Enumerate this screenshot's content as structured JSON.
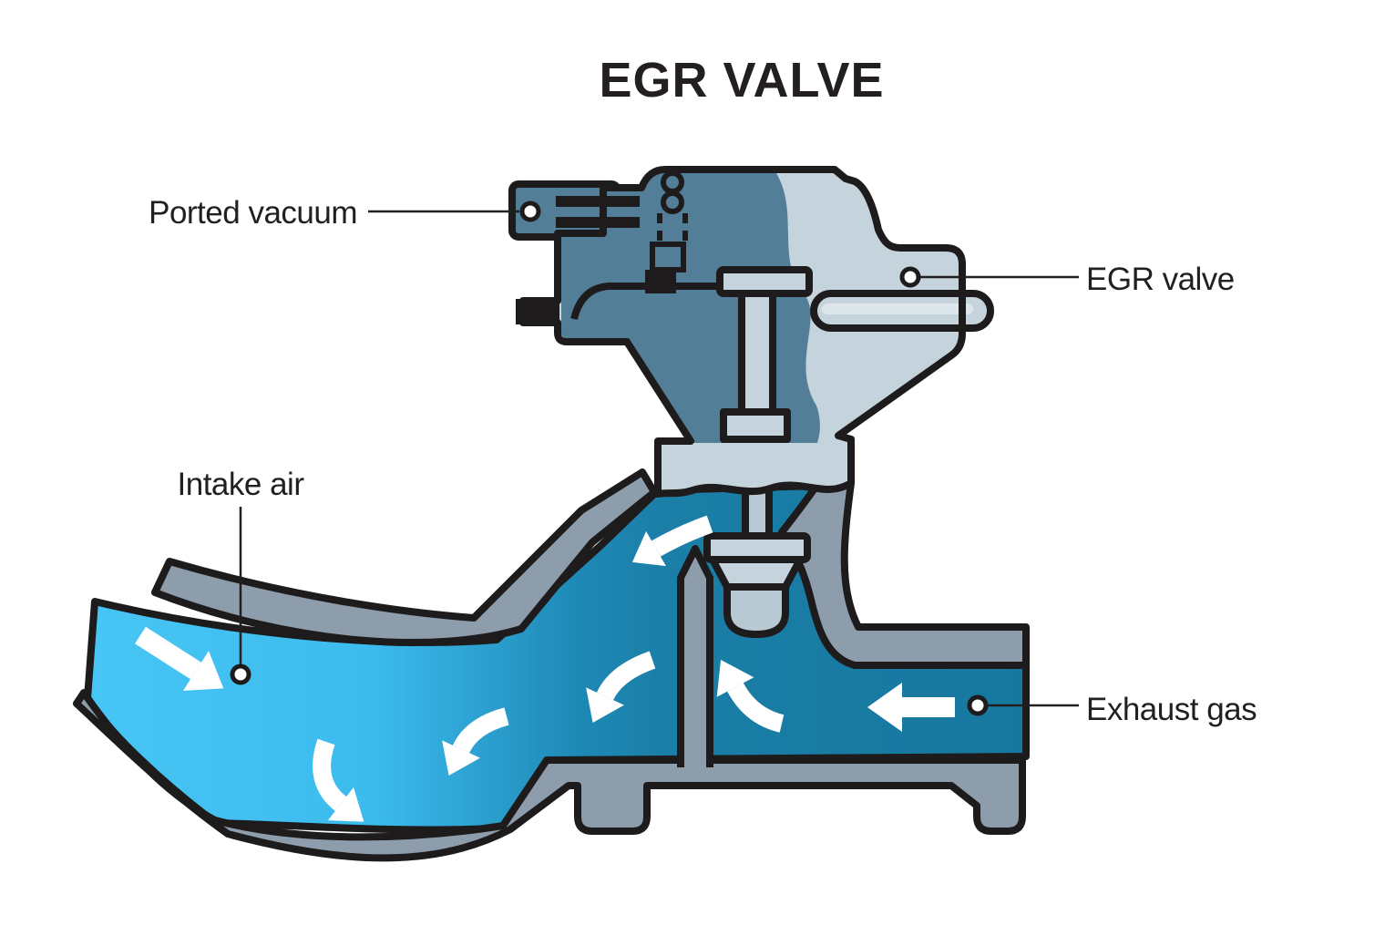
{
  "page": {
    "title": "EGR VALVE"
  },
  "labels": {
    "ported_vacuum": "Ported vacuum",
    "egr_valve": "EGR valve",
    "intake_air": "Intake air",
    "exhaust_gas": "Exhaust gas"
  },
  "colors": {
    "outline": "#1e1b1c",
    "text": "#231f20",
    "pipe_wall_gray": "#8d9dab",
    "valve_interior_slate": "#537e98",
    "valve_casing_light": "#c5d3dc",
    "metal_light": "#b9c9d3",
    "metal_highlight": "#dde6eb",
    "exhaust_teal": "#1a7ea6",
    "exhaust_teal_dark": "#17789f",
    "intake_blue": "#45c4f4",
    "arrow_white": "#ffffff",
    "background": "#ffffff"
  },
  "flow_arrows": [
    {
      "name": "intake-flow-arrow"
    },
    {
      "name": "intake-downstream-arrow"
    },
    {
      "name": "egr-merge-arrow"
    },
    {
      "name": "egr-passage-down-arrow"
    },
    {
      "name": "egr-seat-exit-arrow"
    },
    {
      "name": "exhaust-flow-arrow"
    },
    {
      "name": "exhaust-riser-arrow"
    }
  ]
}
